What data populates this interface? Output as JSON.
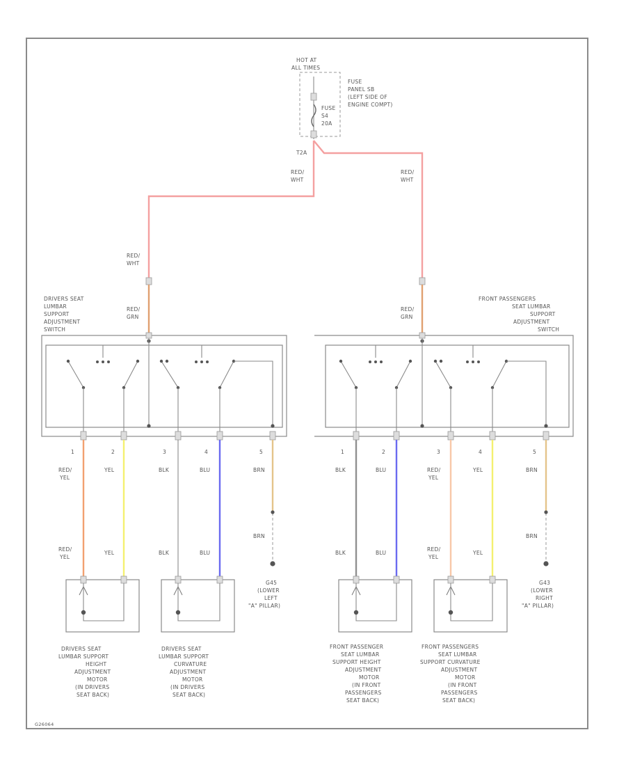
{
  "colors": {
    "frame": "#8a8a8a",
    "text": "#555555",
    "red_wht": "#f4a0a0",
    "red_grn": "#e0a070",
    "red_yel": "#f2a070",
    "red_yel_light": "#f8c8a8",
    "yel": "#f4f070",
    "blk": "#909090",
    "blu": "#6a6af0",
    "brn": "#e4c48a"
  },
  "power": {
    "hot_label": [
      "HOT AT",
      "ALL TIMES"
    ],
    "fuse_panel_label": [
      "FUSE",
      "PANEL SB",
      "(LEFT SIDE OF",
      "ENGINE COMPT)"
    ],
    "fuse_label": [
      "FUSE",
      "S4",
      "20A"
    ],
    "fuse_pin": "T2A"
  },
  "wires": {
    "red_wht": [
      "RED/",
      "WHT"
    ],
    "red_grn": [
      "RED/",
      "GRN"
    ],
    "red_yel": [
      "RED/",
      "YEL"
    ],
    "yel": "YEL",
    "blk": "BLK",
    "blu": "BLU",
    "brn": "BRN"
  },
  "left_switch": {
    "label": [
      "DRIVERS SEAT",
      "LUMBAR",
      "SUPPORT",
      "ADJUSTMENT",
      "SWITCH"
    ],
    "pins": [
      "1",
      "2",
      "3",
      "4",
      "5"
    ]
  },
  "right_switch": {
    "label": [
      "FRONT PASSENGERS",
      "SEAT LUMBAR",
      "SUPPORT",
      "ADJUSTMENT",
      "SWITCH"
    ],
    "pins": [
      "1",
      "2",
      "3",
      "4",
      "5"
    ]
  },
  "grounds": {
    "left": [
      "G45",
      "(LOWER",
      "LEFT",
      "\"A\" PILLAR)"
    ],
    "right": [
      "G43",
      "(LOWER",
      "RIGHT",
      "\"A\" PILLAR)"
    ]
  },
  "motors": [
    {
      "label": [
        "DRIVERS SEAT",
        "LUMBAR SUPPORT",
        "HEIGHT",
        "ADJUSTMENT",
        "MOTOR",
        "(IN DRIVERS",
        "SEAT BACK)"
      ]
    },
    {
      "label": [
        "DRIVERS SEAT",
        "LUMBAR SUPPORT",
        "CURVATURE",
        "ADJUSTMENT",
        "MOTOR",
        "(IN DRIVERS",
        "SEAT BACK)"
      ]
    },
    {
      "label": [
        "FRONT PASSENGER",
        "SEAT LUMBAR",
        "SUPPORT HEIGHT",
        "ADJUSTMENT",
        "MOTOR",
        "(IN FRONT",
        "PASSENGERS",
        "SEAT BACK)"
      ]
    },
    {
      "label": [
        "FRONT PASSENGERS",
        "SEAT LUMBAR",
        "SUPPORT CURVATURE",
        "ADJUSTMENT",
        "MOTOR",
        "(IN FRONT",
        "PASSENGERS",
        "SEAT BACK)"
      ]
    }
  ],
  "figure_code": "G26064"
}
